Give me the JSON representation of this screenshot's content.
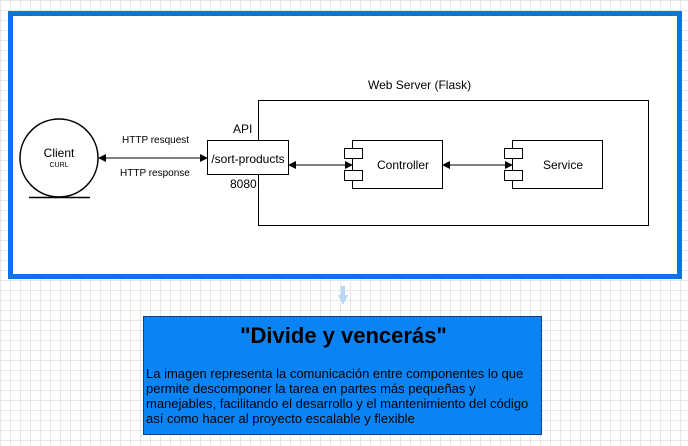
{
  "diagram": {
    "server_label": "Web Server (Flask)",
    "client": {
      "name": "Client",
      "sub": "CURL"
    },
    "request_label": "HTTP resquest",
    "response_label": "HTTP response",
    "api_label": "API",
    "endpoint_label": "/sort-products",
    "port_label": "8080",
    "controller_label": "Controller",
    "service_label": "Service"
  },
  "note": {
    "title": "\"Divide y vencerás\"",
    "body": "La imagen representa la comunicación entre componentes lo que permite descomponer la tarea en partes más pequeñas y manejables, facilitando el desarrollo y el mantenimiento del código así como hacer al proyecto escalable y flexible"
  },
  "colors": {
    "frame_border": "#0b72e7",
    "note_fill": "#0a84f5",
    "connector": "#b7d6f8"
  }
}
